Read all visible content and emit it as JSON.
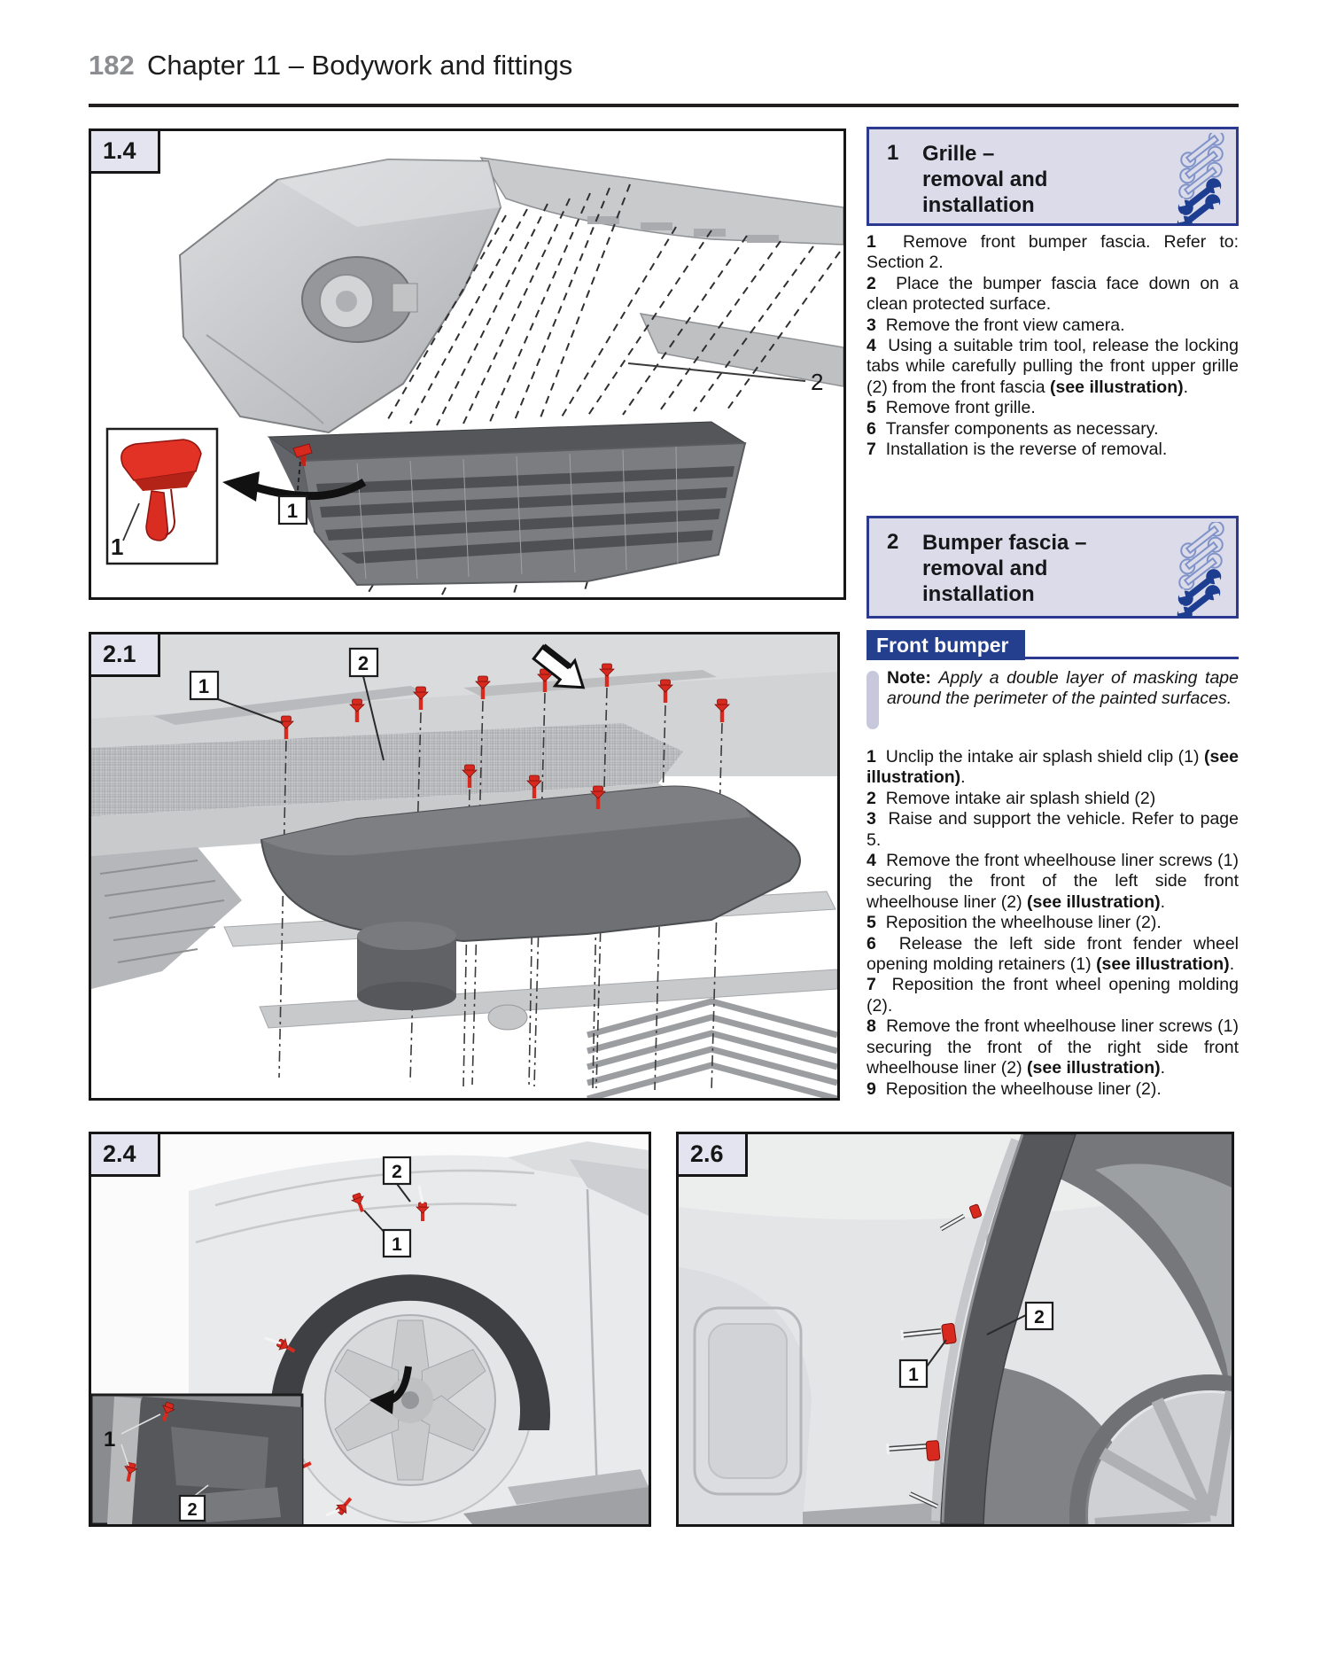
{
  "header": {
    "page_number": "182",
    "chapter_title": "Chapter 11 – Bodywork and fittings"
  },
  "colors": {
    "haynes_blue": "#2b3990",
    "panel_bg": "#dbdbe9",
    "banner_bg": "#253f8f",
    "label_bg": "#e4e4f0",
    "clip_red": "#d8291f",
    "gray_pagenum": "#8b8d90",
    "rule": "#231f20"
  },
  "sections": [
    {
      "number": "1",
      "title_line1": "Grille –",
      "title_line2": "removal and installation",
      "icon": "wrench-rating-icon",
      "steps": [
        [
          {
            "t": "1  ",
            "b": true
          },
          {
            "t": "Remove front bumper fascia. Refer to: Section 2."
          }
        ],
        [
          {
            "t": "2  ",
            "b": true
          },
          {
            "t": "Place the bumper fascia face down on a clean protected surface."
          }
        ],
        [
          {
            "t": "3  ",
            "b": true
          },
          {
            "t": "Remove the front view camera."
          }
        ],
        [
          {
            "t": "4  ",
            "b": true
          },
          {
            "t": "Using a suitable trim tool, release the locking tabs while carefully pulling the front upper grille (2) from the front fascia "
          },
          {
            "t": "(see illustration)",
            "b": true
          },
          {
            "t": "."
          }
        ],
        [
          {
            "t": "5  ",
            "b": true
          },
          {
            "t": "Remove front grille."
          }
        ],
        [
          {
            "t": "6  ",
            "b": true
          },
          {
            "t": "Transfer components as necessary."
          }
        ],
        [
          {
            "t": "7  ",
            "b": true
          },
          {
            "t": "Installation is the reverse of removal."
          }
        ]
      ]
    },
    {
      "number": "2",
      "title_line1": "Bumper fascia –",
      "title_line2": "removal and installation",
      "icon": "wrench-rating-icon",
      "subheading": "Front bumper",
      "note": [
        {
          "t": "Note: ",
          "b": true
        },
        {
          "t": "Apply a double layer of masking tape around the perimeter of the painted surfaces.",
          "i": true
        }
      ],
      "steps": [
        [
          {
            "t": "1  ",
            "b": true
          },
          {
            "t": "Unclip the intake air splash shield clip (1) "
          },
          {
            "t": "(see illustration)",
            "b": true
          },
          {
            "t": "."
          }
        ],
        [
          {
            "t": "2  ",
            "b": true
          },
          {
            "t": "Remove intake air splash shield (2)"
          }
        ],
        [
          {
            "t": "3  ",
            "b": true
          },
          {
            "t": "Raise and support the vehicle. Refer to page 5."
          }
        ],
        [
          {
            "t": "4  ",
            "b": true
          },
          {
            "t": "Remove the front wheelhouse liner screws (1) securing the front of the left side front wheelhouse liner (2) "
          },
          {
            "t": "(see illustration)",
            "b": true
          },
          {
            "t": "."
          }
        ],
        [
          {
            "t": "5  ",
            "b": true
          },
          {
            "t": "Reposition the wheelhouse liner (2)."
          }
        ],
        [
          {
            "t": "6  ",
            "b": true
          },
          {
            "t": "Release the left side front fender wheel opening molding retainers (1) "
          },
          {
            "t": "(see illustration)",
            "b": true
          },
          {
            "t": "."
          }
        ],
        [
          {
            "t": "7  ",
            "b": true
          },
          {
            "t": "Reposition the front wheel opening molding (2)."
          }
        ],
        [
          {
            "t": "8  ",
            "b": true
          },
          {
            "t": "Remove the front wheelhouse liner screws (1) securing the front of the right side front wheelhouse liner (2) "
          },
          {
            "t": "(see illustration)",
            "b": true
          },
          {
            "t": "."
          }
        ],
        [
          {
            "t": "9  ",
            "b": true
          },
          {
            "t": "Reposition the wheelhouse liner (2)."
          }
        ]
      ]
    }
  ],
  "figures": [
    {
      "id": "1.4",
      "caption": "front bumper fascia and grille exploded view",
      "callouts": {
        "inset_clip": "1",
        "grille_clip": "1",
        "upper_grille": "2"
      }
    },
    {
      "id": "2.1",
      "caption": "intake air splash shield and clips",
      "callouts": {
        "clip": "1",
        "shield": "2"
      }
    },
    {
      "id": "2.4",
      "caption": "front wheelhouse liner screws and molding",
      "callouts": {
        "molding_top": "2",
        "molding_retainer": "1",
        "inset_screws": "1",
        "inset_liner": "2"
      }
    },
    {
      "id": "2.6",
      "caption": "front fender wheel opening molding retainers",
      "callouts": {
        "retainers": "1",
        "molding": "2"
      }
    }
  ]
}
